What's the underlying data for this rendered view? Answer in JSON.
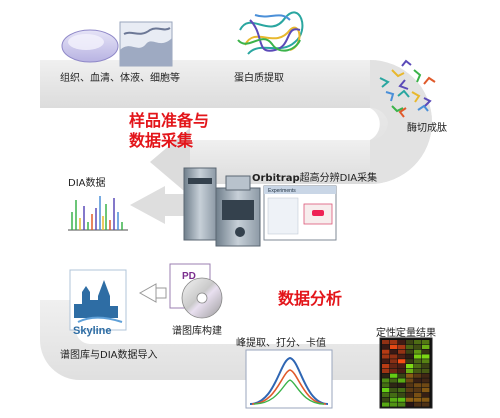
{
  "labels": {
    "samples": "组织、血清、体液、细胞等",
    "protein_extraction": "蛋白质提取",
    "digestion": "酶切成肽",
    "orbitrap": "Orbitrap",
    "orbitrap_suffix": "超高分辨DIA采集",
    "dia_data": "DIA数据",
    "library_building": "谱图库构建",
    "import": "谱图库与DIA数据导入",
    "peak_extraction": "峰提取、打分、卡值",
    "quant_results": "定性定量结果"
  },
  "stages": {
    "prep_line1": "样品准备与",
    "prep_line2": "数据采集",
    "analysis": "数据分析"
  },
  "logos": {
    "pd_text": "PD",
    "skyline_text": "Skyline",
    "experiments_title": "Experiments"
  },
  "colors": {
    "arrow": "#e4e4e4",
    "arrow_edge": "#d0d0d0",
    "stage_title": "#e3151a",
    "skyline_blue": "#2e6da4",
    "pd_purple": "#7b2f8e"
  }
}
